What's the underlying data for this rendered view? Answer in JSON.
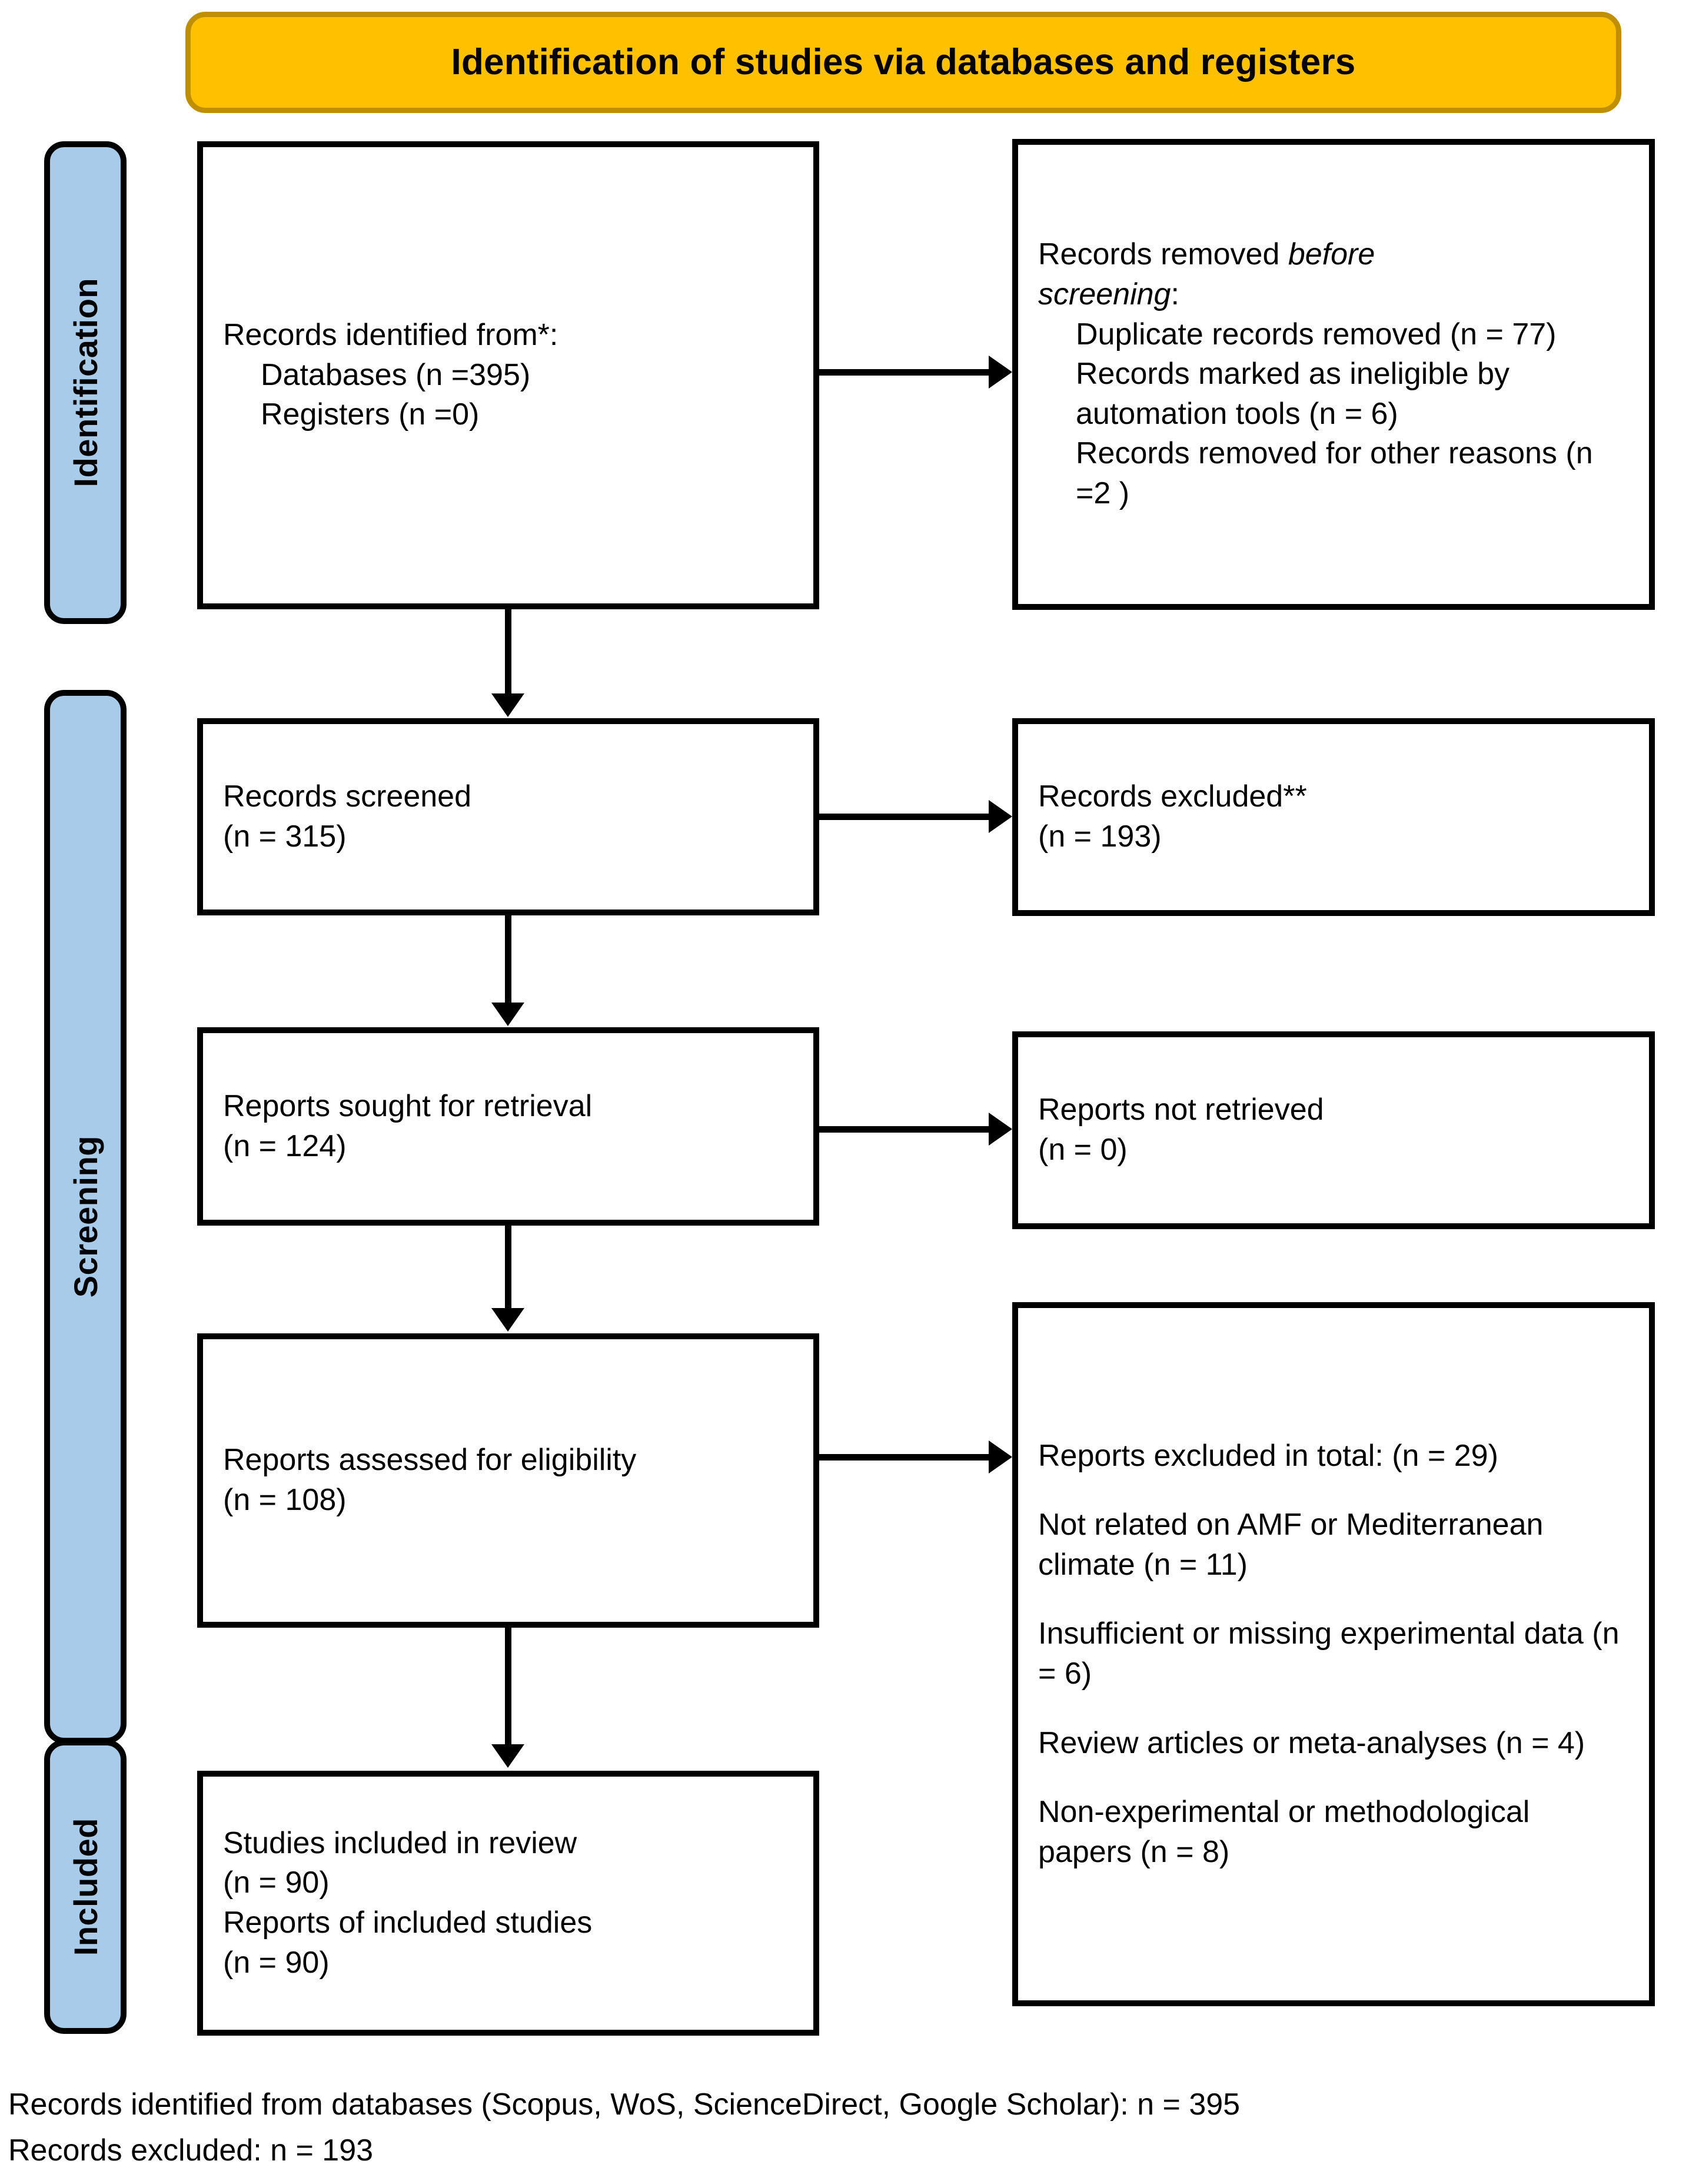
{
  "banner": {
    "title": "Identification of studies via databases and registers",
    "fill": "#FFC000",
    "border": "#BF8F00"
  },
  "rails": {
    "fill": "#A8CBEA",
    "items": [
      {
        "label": "Identification"
      },
      {
        "label": "Screening"
      },
      {
        "label": "Included"
      }
    ]
  },
  "boxes": {
    "identified": {
      "lines": [
        "Records identified from*:",
        "Databases (n =395)",
        "Registers (n =0)"
      ]
    },
    "removed": {
      "line1_a": "Records removed ",
      "line1_b": "before",
      "line2_b": "screening",
      "line2_a": ":",
      "items": [
        "Duplicate records removed (n = 77)",
        "Records marked as ineligible by automation tools (n = 6)",
        "Records removed for other reasons (n =2 )"
      ]
    },
    "screened": {
      "lines": [
        "Records screened",
        "(n = 315)"
      ]
    },
    "excluded": {
      "lines": [
        "Records excluded**",
        "(n = 193)"
      ]
    },
    "sought": {
      "lines": [
        "Reports sought for retrieval",
        "(n = 124)"
      ]
    },
    "not_retrieved": {
      "lines": [
        "Reports not retrieved",
        "(n = 0)"
      ]
    },
    "assessed": {
      "lines": [
        "Reports assessed for eligibility",
        "(n = 108)"
      ]
    },
    "excluded_total": {
      "heading": "Reports excluded in total: (n = 29)",
      "reasons": [
        "Not related on AMF or Mediterranean climate (n = 11)",
        "Insufficient or missing experimental data (n = 6)",
        "Review articles or meta-analyses (n = 4)",
        "Non-experimental or methodological papers (n = 8)"
      ]
    },
    "included": {
      "lines": [
        "Studies included in review",
        "(n = 90)",
        "Reports of included studies",
        "(n = 90)"
      ]
    }
  },
  "footnotes": [
    "Records identified from databases (Scopus, WoS, ScienceDirect, Google Scholar): n = 395",
    "Records excluded: n = 193"
  ]
}
